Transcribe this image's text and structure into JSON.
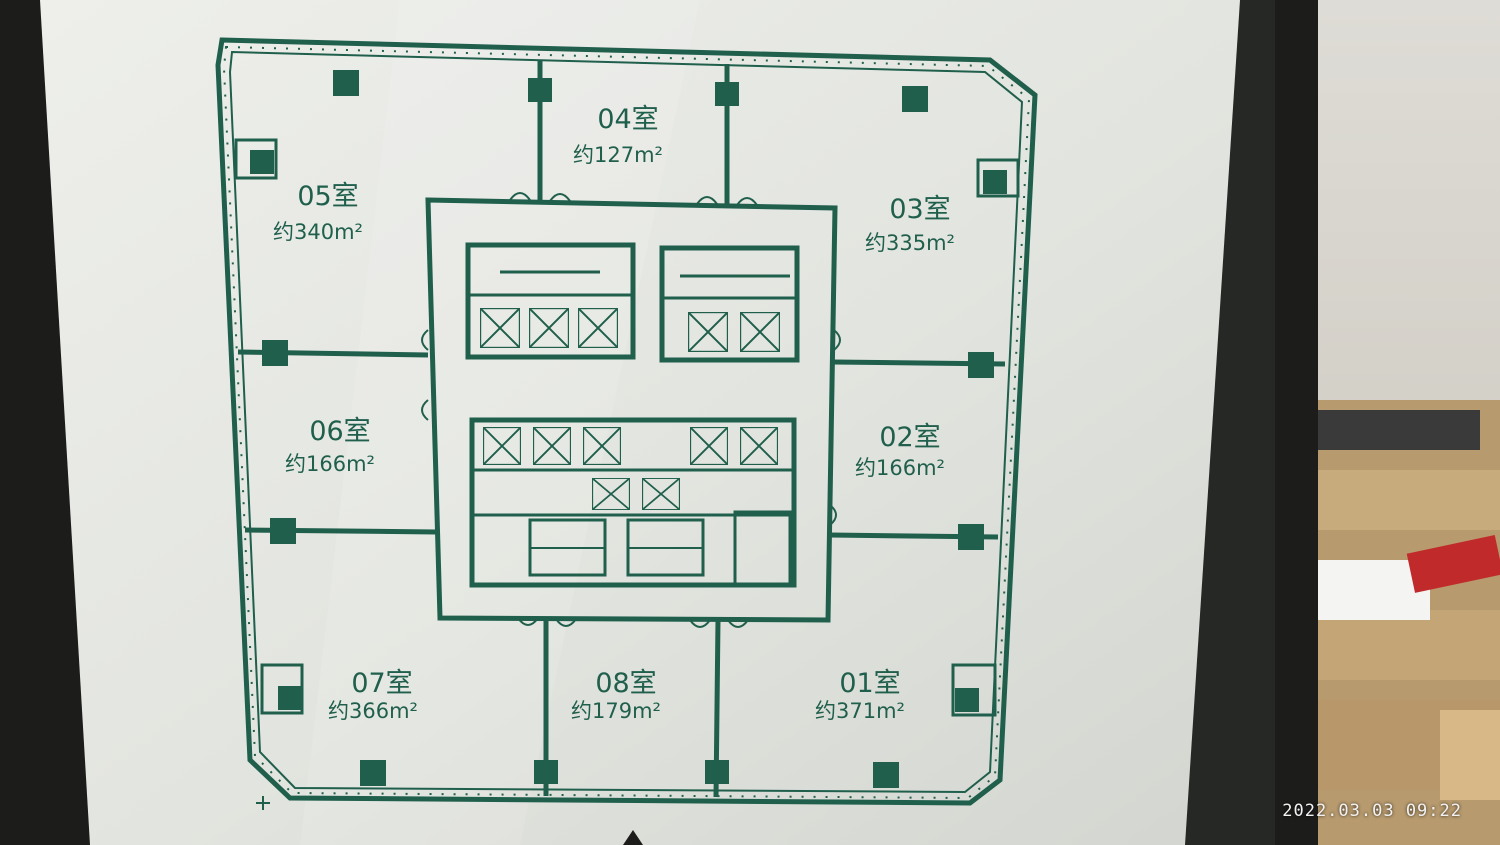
{
  "colors": {
    "plan_green": "#1f5f4c",
    "board": "#e4e6e1",
    "frame": "#1c1d1b"
  },
  "rooms": {
    "r01": {
      "name": "01室",
      "area": "约371m²"
    },
    "r02": {
      "name": "02室",
      "area": "约166m²"
    },
    "r03": {
      "name": "03室",
      "area": "约335m²"
    },
    "r04": {
      "name": "04室",
      "area": "约127m²"
    },
    "r05": {
      "name": "05室",
      "area": "约340m²"
    },
    "r06": {
      "name": "06室",
      "area": "约166m²"
    },
    "r07": {
      "name": "07室",
      "area": "约366m²"
    },
    "r08": {
      "name": "08室",
      "area": "约179m²"
    }
  },
  "timestamp": "2022.03.03 09:22"
}
